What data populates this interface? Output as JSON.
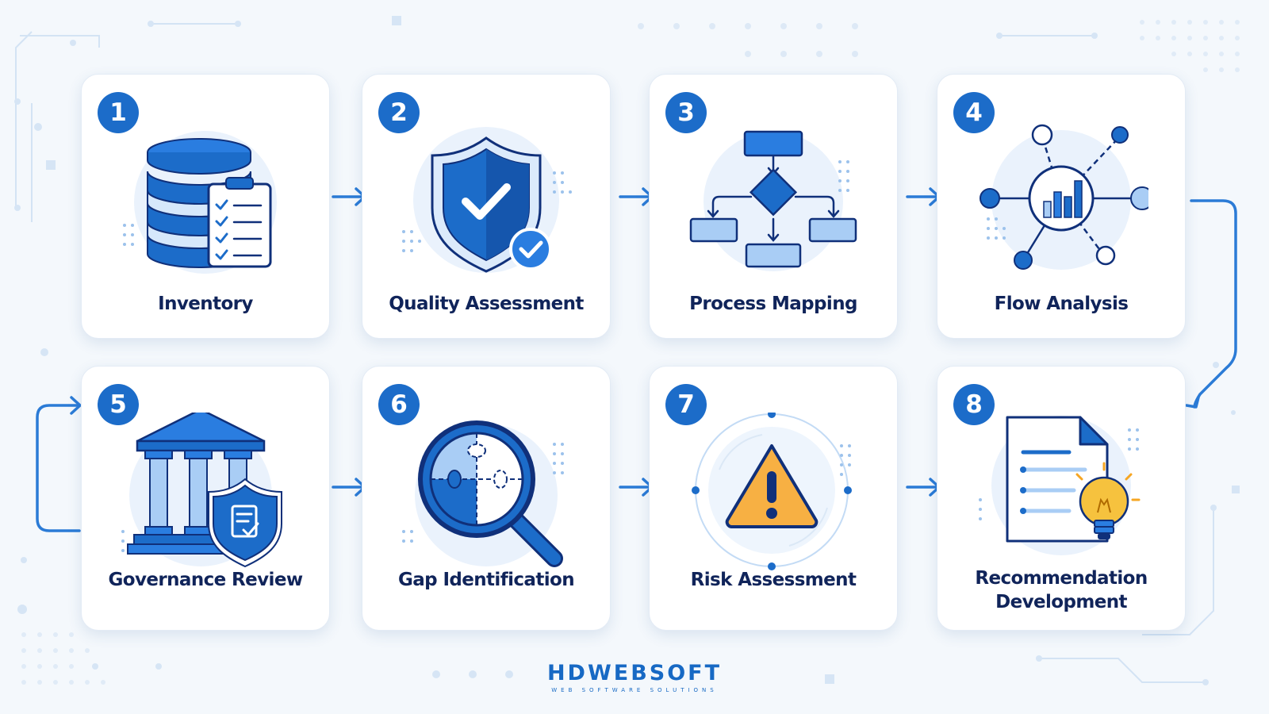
{
  "colors": {
    "background": "#f4f8fc",
    "card": "#ffffff",
    "accent_blue": "#1c6cc9",
    "dark_blue": "#1a4fa0",
    "light_blue": "#a9cdf5",
    "label_navy": "#10245a",
    "warning_orange": "#f7b043",
    "bulb_yellow": "#f6c23e"
  },
  "steps": [
    {
      "number": "1",
      "label_lines": [
        "Inventory"
      ],
      "icon": "database-checklist-icon"
    },
    {
      "number": "2",
      "label_lines": [
        "Quality Assessment"
      ],
      "icon": "shield-check-icon"
    },
    {
      "number": "3",
      "label_lines": [
        "Process Mapping"
      ],
      "icon": "flowchart-icon"
    },
    {
      "number": "4",
      "label_lines": [
        "Flow Analysis"
      ],
      "icon": "network-chart-icon"
    },
    {
      "number": "5",
      "label_lines": [
        "Governance Review"
      ],
      "icon": "government-building-shield-icon"
    },
    {
      "number": "6",
      "label_lines": [
        "Gap Identification"
      ],
      "icon": "magnifier-puzzle-icon"
    },
    {
      "number": "7",
      "label_lines": [
        "Risk Assessment"
      ],
      "icon": "warning-triangle-icon"
    },
    {
      "number": "8",
      "label_lines": [
        "Recommendation",
        "Development"
      ],
      "icon": "document-lightbulb-icon"
    }
  ],
  "logo": {
    "name": "HDWEBSOFT",
    "tagline": "WEB SOFTWARE SOLUTIONS"
  }
}
